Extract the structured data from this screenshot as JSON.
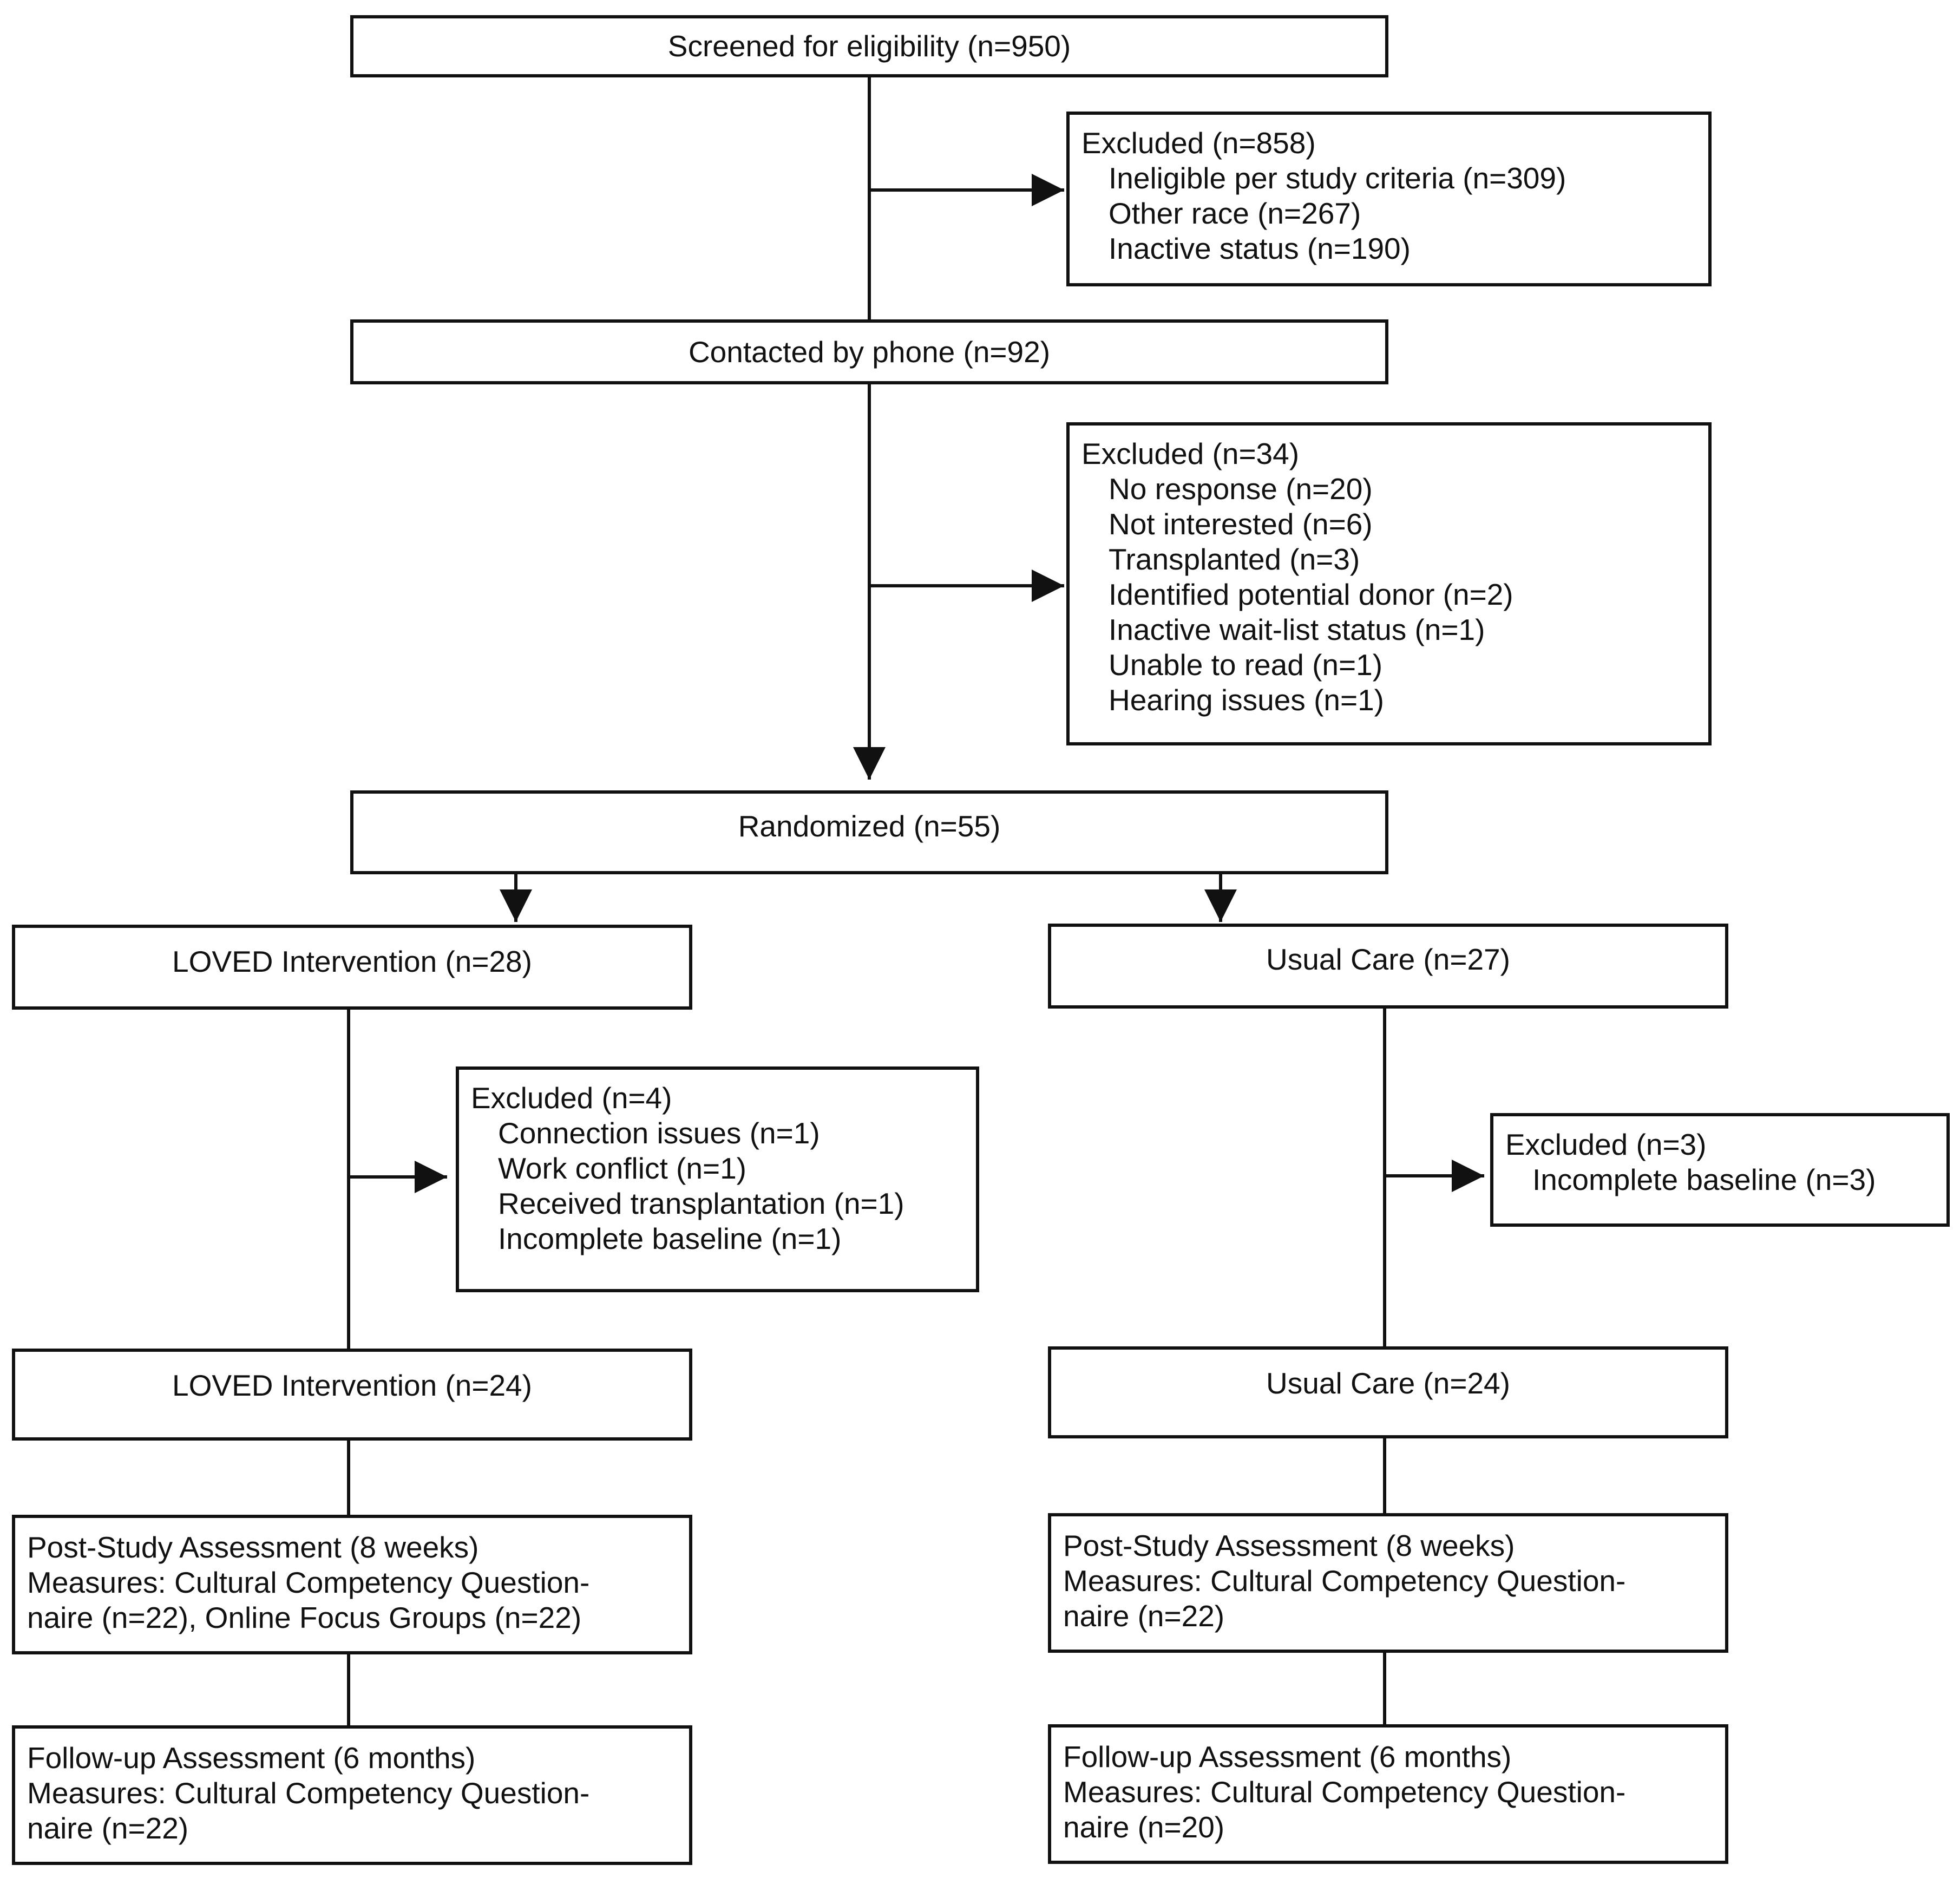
{
  "screened": "Screened for eligibility (n=950)",
  "excluded1": {
    "title": "Excluded (n=858)",
    "items": [
      "Ineligible per study criteria (n=309)",
      "Other race (n=267)",
      "Inactive status (n=190)"
    ]
  },
  "contacted": "Contacted by phone (n=92)",
  "excluded2": {
    "title": "Excluded (n=34)",
    "items": [
      "No response (n=20)",
      "Not interested (n=6)",
      "Transplanted (n=3)",
      "Identified potential donor (n=2)",
      "Inactive wait-list status (n=1)",
      "Unable to read (n=1)",
      "Hearing issues (n=1)"
    ]
  },
  "randomized": "Randomized (n=55)",
  "left": {
    "allocated": "LOVED Intervention (n=28)",
    "excluded": {
      "title": "Excluded (n=4)",
      "items": [
        "Connection issues (n=1)",
        "Work conflict (n=1)",
        "Received transplantation (n=1)",
        "Incomplete baseline  (n=1)"
      ]
    },
    "analyzed": "LOVED Intervention (n=24)",
    "post": [
      "Post-Study Assessment (8 weeks)",
      "Measures: Cultural Competency Question-",
      "naire (n=22), Online Focus Groups (n=22)"
    ],
    "followup": [
      "Follow-up Assessment (6 months)",
      "Measures: Cultural Competency Question-",
      "naire (n=22)"
    ]
  },
  "right": {
    "allocated": "Usual Care (n=27)",
    "excluded": {
      "title": "Excluded (n=3)",
      "items": [
        "Incomplete baseline (n=3)"
      ]
    },
    "analyzed": "Usual Care (n=24)",
    "post": [
      "Post-Study Assessment (8 weeks)",
      "Measures: Cultural Competency Question-",
      "naire (n=22)"
    ],
    "followup": [
      "Follow-up Assessment (6 months)",
      "Measures: Cultural Competency Question-",
      "naire (n=20)"
    ]
  }
}
